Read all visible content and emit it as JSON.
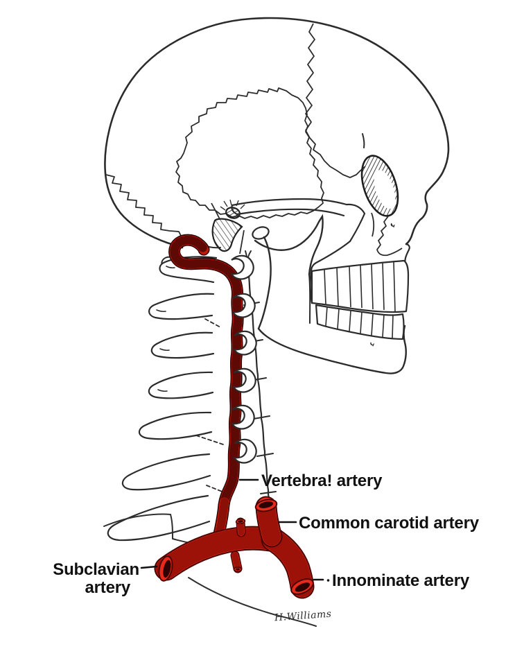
{
  "labels": {
    "vertebral": "Vertebra! artery",
    "common_carotid": "Common carotid artery",
    "subclavian_line1": "Subclavian",
    "subclavian_line2": "artery",
    "innominate": "Innominate artery",
    "signature": "H.Williams"
  },
  "colors": {
    "artery_bright": "#e8291b",
    "artery_ring": "#9c1208",
    "artery_dark_fill": "#c2190c",
    "artery_dark_ring": "#6a0a04",
    "artery_outline": "#4a0602",
    "line_ink": "#2b2b2b",
    "label_ink": "#111111",
    "background": "#ffffff"
  }
}
